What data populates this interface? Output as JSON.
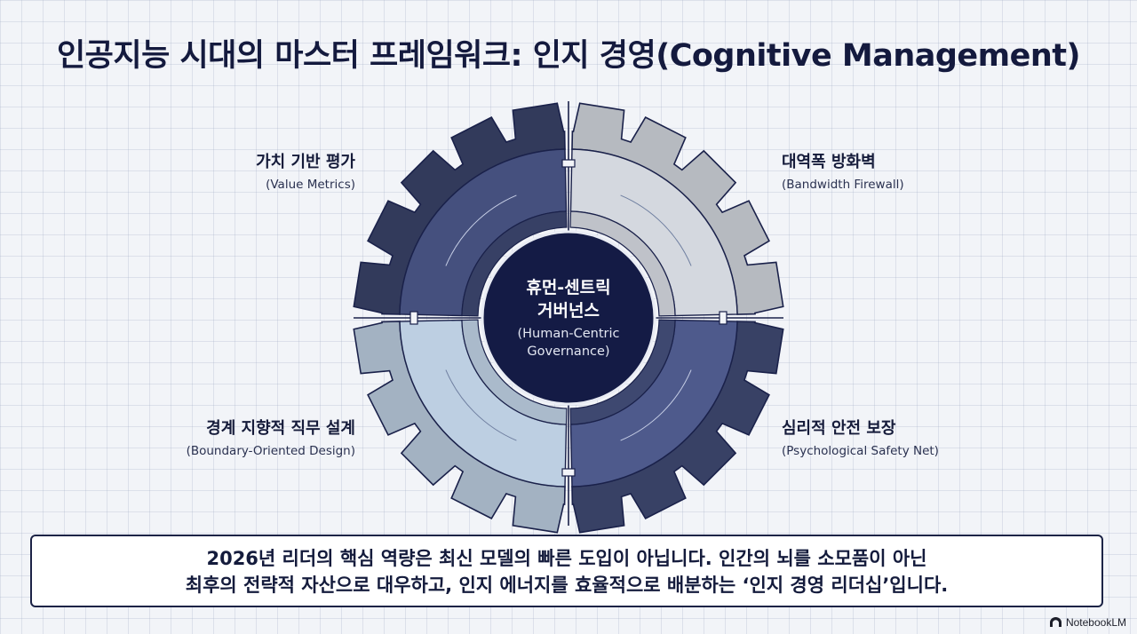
{
  "title": "인공지능 시대의 마스터 프레임워크: 인지 경영(Cognitive Management)",
  "center": {
    "line1": "휴먼-센트릭",
    "line2": "거버넌스",
    "en1": "(Human-Centric",
    "en2": "Governance)"
  },
  "quadrants": {
    "top_left": {
      "ko": "가치 기반 평가",
      "en": "(Value Metrics)",
      "color": "#45507e"
    },
    "top_right": {
      "ko": "대역폭 방화벽",
      "en": "(Bandwidth Firewall)",
      "color": "#d4d8df"
    },
    "bottom_left": {
      "ko": "경계 지향적 직무 설계",
      "en": "(Boundary-Oriented Design)",
      "color": "#bdcfe2"
    },
    "bottom_right": {
      "ko": "심리적 안전 보장",
      "en": "(Psychological Safety Net)",
      "color": "#4e5a8c"
    }
  },
  "summary": {
    "line1": "2026년 리더의 핵심 역량은 최신 모델의 빠른 도입이 아닙니다. 인간의 뇌를 소모품이 아닌",
    "line2": "최후의 전략적 자산으로 대우하고, 인지 에너지를 효율적으로 배분하는 ‘인지 경영 리더십’입니다."
  },
  "brand": {
    "label": "NotebookLM",
    "icon": "notebooklm-logo-icon"
  }
}
